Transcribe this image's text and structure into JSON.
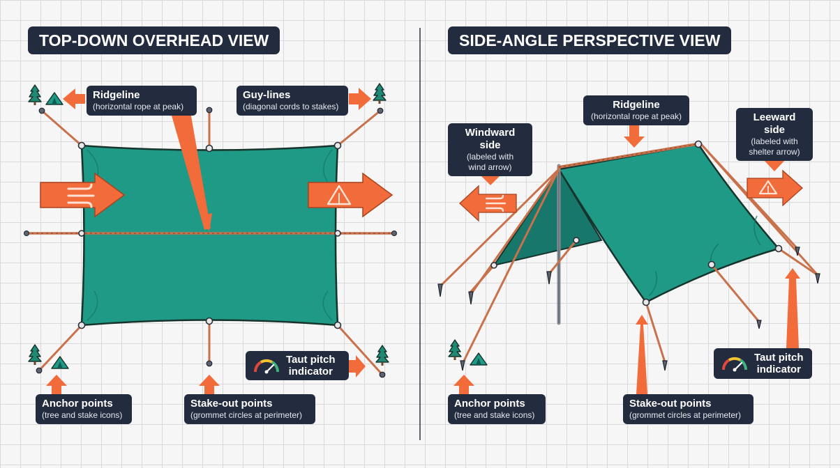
{
  "panels": {
    "left_title": "TOP-DOWN OVERHEAD VIEW",
    "right_title": "SIDE-ANGLE PERSPECTIVE VIEW"
  },
  "left": {
    "ridgeline": {
      "title": "Ridgeline",
      "sub": "(horizontal rope at peak)"
    },
    "guylines": {
      "title": "Guy-lines",
      "sub": "(diagonal cords to stakes)"
    },
    "anchor": {
      "title": "Anchor points",
      "sub": "(tree and stake icons)"
    },
    "stakeout": {
      "title": "Stake-out points",
      "sub": "(grommet circles at perimeter)"
    },
    "taut": {
      "title_line1": "Taut pitch",
      "title_line2": "indicator"
    }
  },
  "right": {
    "ridgeline": {
      "title": "Ridgeline",
      "sub": "(horizontal rope at peak)"
    },
    "windward": {
      "title": "Windward side",
      "sub1": "(labeled with",
      "sub2": "wind arrow)"
    },
    "leeward": {
      "title": "Leeward side",
      "sub1": "(labeled with",
      "sub2": "shelter arrow)"
    },
    "anchor": {
      "title": "Anchor points",
      "sub": "(tree and stake icons)"
    },
    "stakeout": {
      "title": "Stake-out points",
      "sub": "(grommet circles at perimeter)"
    },
    "taut": {
      "title_line1": "Taut pitch",
      "title_line2": "indicator"
    }
  },
  "colors": {
    "tarp": "#1f9a86",
    "tarp_dark": "#16776a",
    "rope": "#c8714b",
    "arrow": "#f26b3a",
    "label_bg": "#232b3f",
    "tree": "#1f8a73",
    "pole": "#8a9099",
    "divider": "#3a3f4a"
  },
  "icons": [
    "tree-icon",
    "tent-icon",
    "wind-icon",
    "gauge-icon",
    "stake-icon",
    "grommet-icon"
  ]
}
